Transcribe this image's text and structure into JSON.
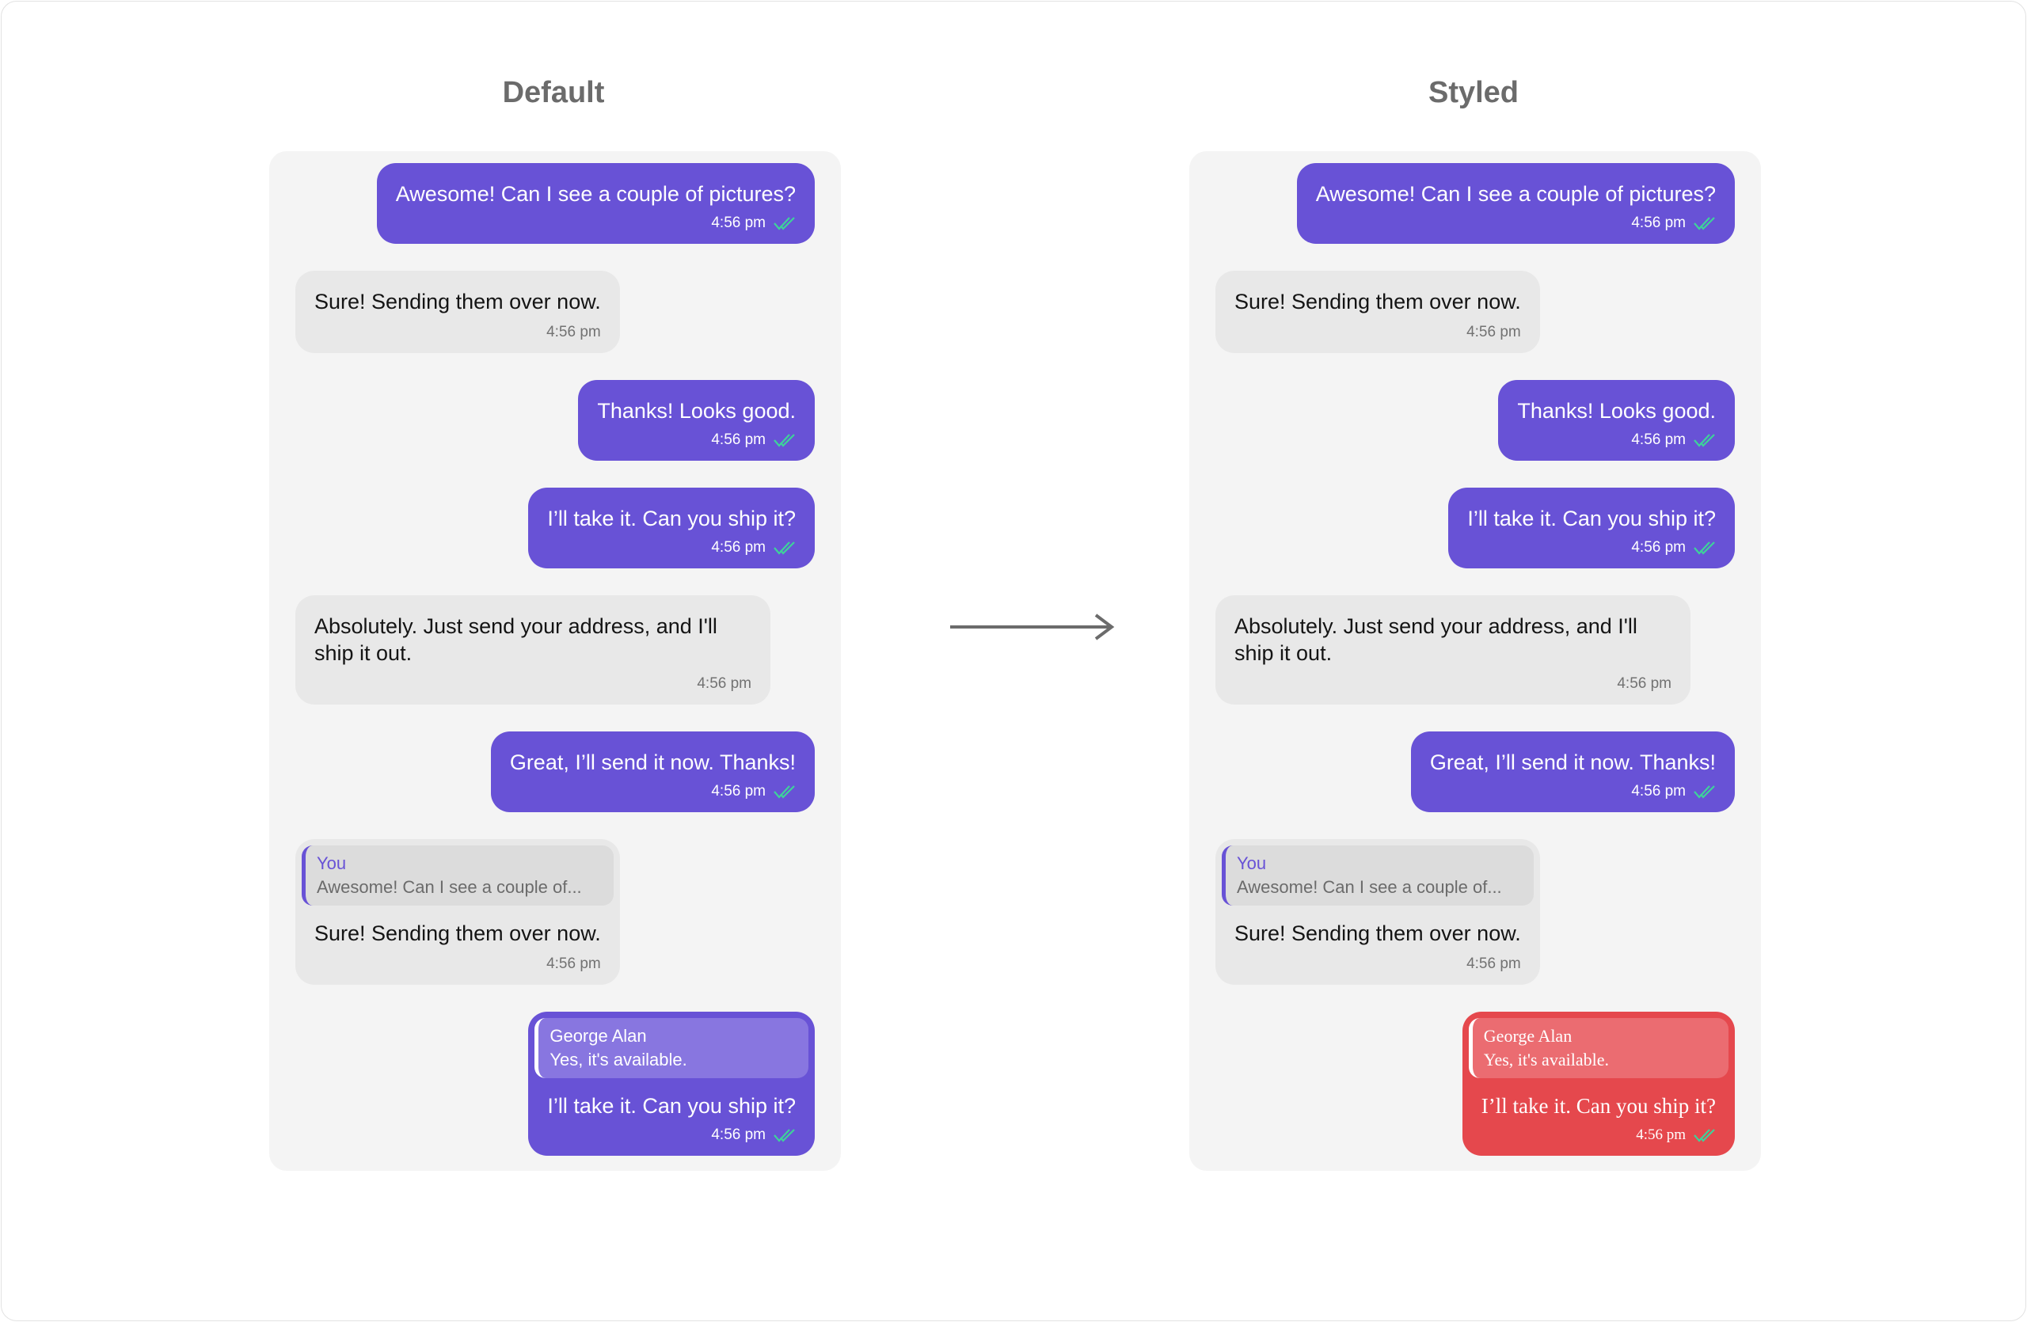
{
  "titles": {
    "default": "Default",
    "styled": "Styled"
  },
  "colors": {
    "sent_bubble": "#6852d6",
    "received_bubble": "#e8e8e8",
    "styled_reply_bubble": "#e5484d",
    "read_ticks": "#3ed29a"
  },
  "messages": [
    {
      "dir": "out",
      "text": "Awesome! Can I see a couple of pictures?",
      "time": "4:56 pm",
      "status_icon": "double-check-icon"
    },
    {
      "dir": "in",
      "text": "Sure! Sending them over now.",
      "time": "4:56 pm"
    },
    {
      "dir": "out",
      "text": "Thanks! Looks good.",
      "time": "4:56 pm",
      "status_icon": "double-check-icon"
    },
    {
      "dir": "out",
      "text": "I’ll take it. Can you ship it?",
      "time": "4:56 pm",
      "status_icon": "double-check-icon"
    },
    {
      "dir": "in",
      "text": "Absolutely. Just send your address, and I'll ship it out.",
      "time": "4:56 pm"
    },
    {
      "dir": "out",
      "text": "Great, I’ll send it now. Thanks!",
      "time": "4:56 pm",
      "status_icon": "double-check-icon"
    },
    {
      "dir": "in",
      "reply": {
        "name": "You",
        "text": "Awesome! Can I see a couple of..."
      },
      "text": "Sure! Sending them over now.",
      "time": "4:56 pm"
    },
    {
      "dir": "out",
      "reply": {
        "name": "George Alan",
        "text": "Yes, it's available."
      },
      "text": "I’ll take it. Can you ship it?",
      "time": "4:56 pm",
      "status_icon": "double-check-icon"
    }
  ]
}
